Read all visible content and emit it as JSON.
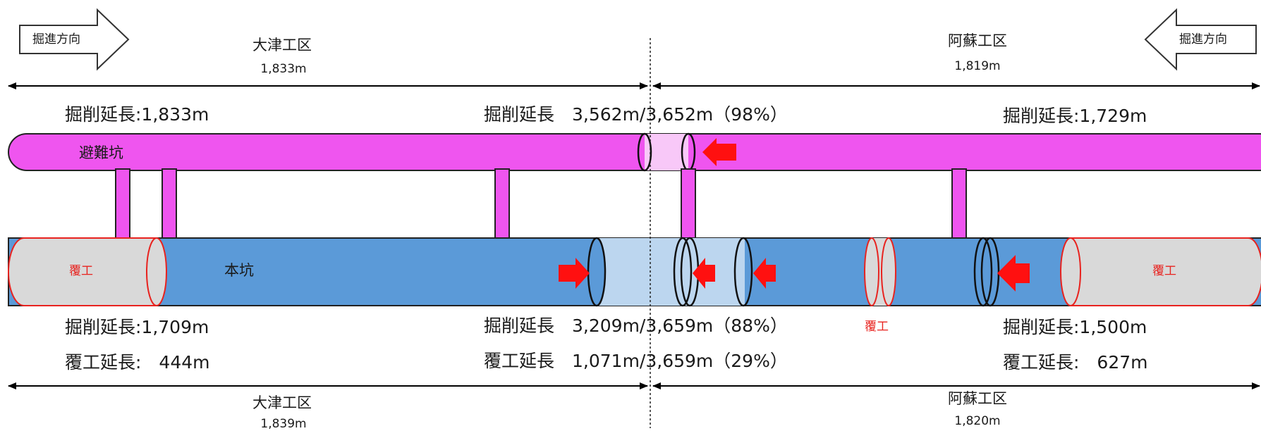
{
  "labels": {
    "direction_left": "掘進方向",
    "direction_right": "掘進方向"
  },
  "top": {
    "left_section": {
      "name": "大津工区",
      "length": "1,833m"
    },
    "right_section": {
      "name": "阿蘇工区",
      "length": "1,819m"
    }
  },
  "evacuation": {
    "label": "避難坑",
    "left_excavation": "掘削延長:1,833m",
    "center_excavation": "掘削延長　3,562m/3,652m（98%）",
    "right_excavation": "掘削延長:1,729m"
  },
  "main": {
    "label": "本坑",
    "lining_label": "覆工",
    "left_excavation": "掘削延長:1,709m",
    "center_excavation": "掘削延長　3,209m/3,659m（88%）",
    "right_excavation": "掘削延長:1,500m",
    "left_lining": "覆工延長:　444m",
    "center_lining": "覆工延長　1,071m/3,659m（29%）",
    "right_lining": "覆工延長:　627m"
  },
  "bottom": {
    "left_section": {
      "name": "大津工区",
      "length": "1,839m"
    },
    "right_section": {
      "name": "阿蘇工区",
      "length": "1,820m"
    }
  },
  "colors": {
    "evacuation_tunnel": "#ef55ef",
    "main_tunnel": "#5b9ad8",
    "lining": "#d9d9d9",
    "arrow": "#ff1010"
  }
}
